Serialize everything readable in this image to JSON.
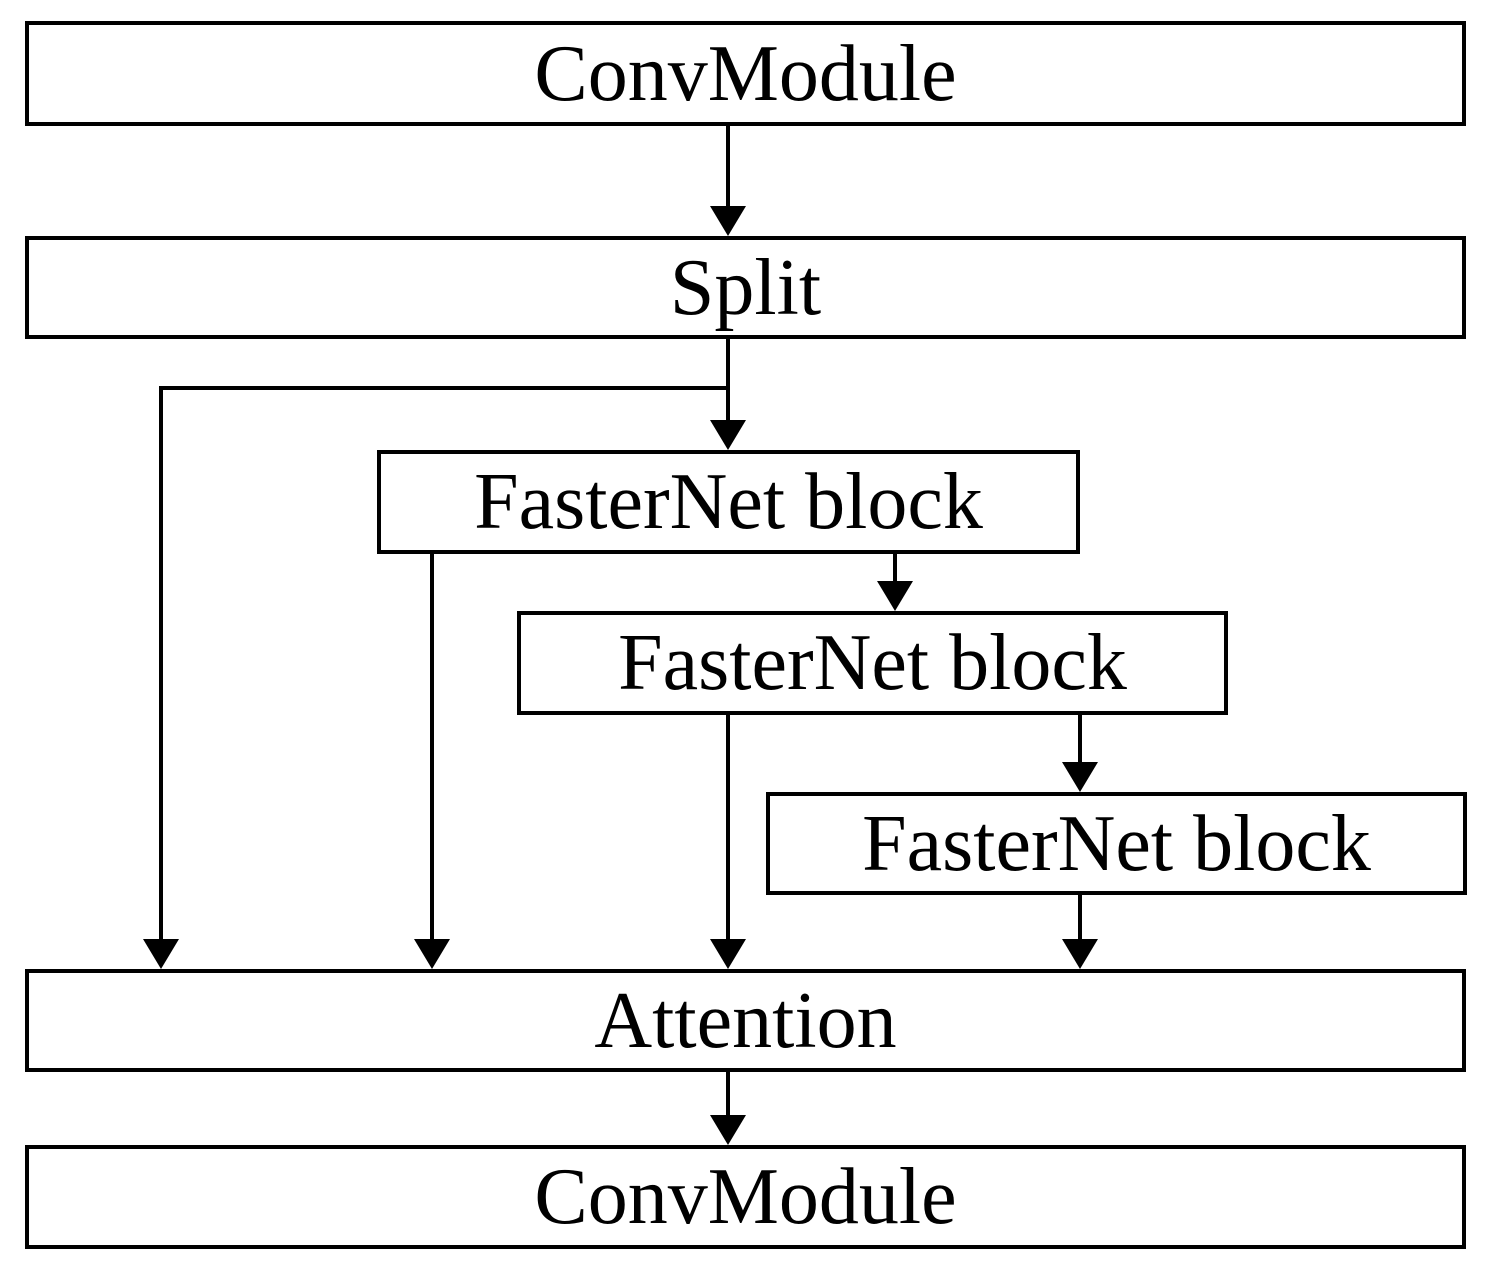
{
  "figure": {
    "type": "block-diagram",
    "background_color": "#ffffff",
    "line_color": "#000000",
    "text_color": "#000000",
    "nodes": [
      {
        "id": "convmodule-top",
        "label": "ConvModule"
      },
      {
        "id": "split",
        "label": "Split"
      },
      {
        "id": "fasternet-block-1",
        "label": "FasterNet block"
      },
      {
        "id": "fasternet-block-2",
        "label": "FasterNet block"
      },
      {
        "id": "fasternet-block-3",
        "label": "FasterNet block"
      },
      {
        "id": "attention",
        "label": "Attention"
      },
      {
        "id": "convmodule-bottom",
        "label": "ConvModule"
      }
    ],
    "edges": [
      {
        "from": "convmodule-top",
        "to": "split"
      },
      {
        "from": "split",
        "to": "fasternet-block-1"
      },
      {
        "from": "split",
        "to": "attention"
      },
      {
        "from": "fasternet-block-1",
        "to": "fasternet-block-2"
      },
      {
        "from": "fasternet-block-1",
        "to": "attention"
      },
      {
        "from": "fasternet-block-2",
        "to": "fasternet-block-3"
      },
      {
        "from": "fasternet-block-2",
        "to": "attention"
      },
      {
        "from": "fasternet-block-3",
        "to": "attention"
      },
      {
        "from": "attention",
        "to": "convmodule-bottom"
      }
    ]
  }
}
